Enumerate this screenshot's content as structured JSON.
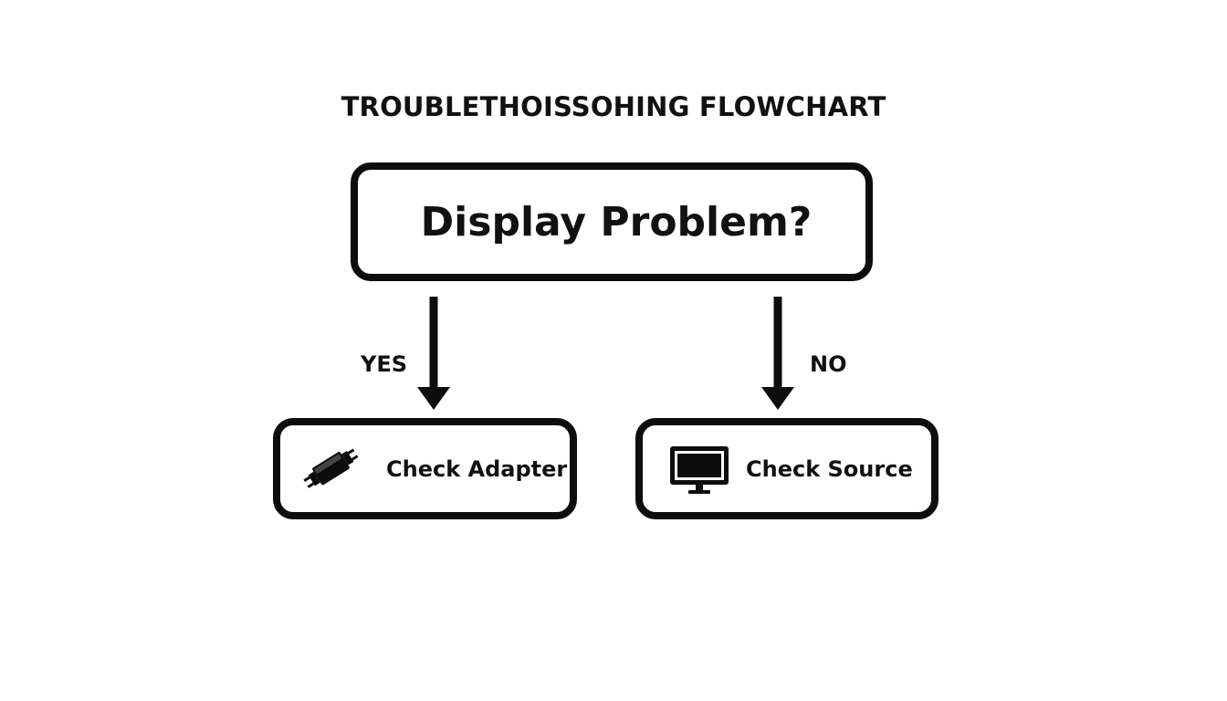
{
  "diagram": {
    "title": "TROUBLETHOISSOHING FLOWCHART",
    "decision": {
      "label": "Display Problem?"
    },
    "branches": {
      "yes": {
        "label": "YES"
      },
      "no": {
        "label": "NO"
      }
    },
    "outcomes": [
      {
        "label": "Check Adapter",
        "icon": "adapter-icon"
      },
      {
        "label": "Check Source",
        "icon": "monitor-icon"
      }
    ],
    "colors": {
      "stroke": "#0d0d0d",
      "text": "#111111",
      "background": "#ffffff"
    }
  }
}
